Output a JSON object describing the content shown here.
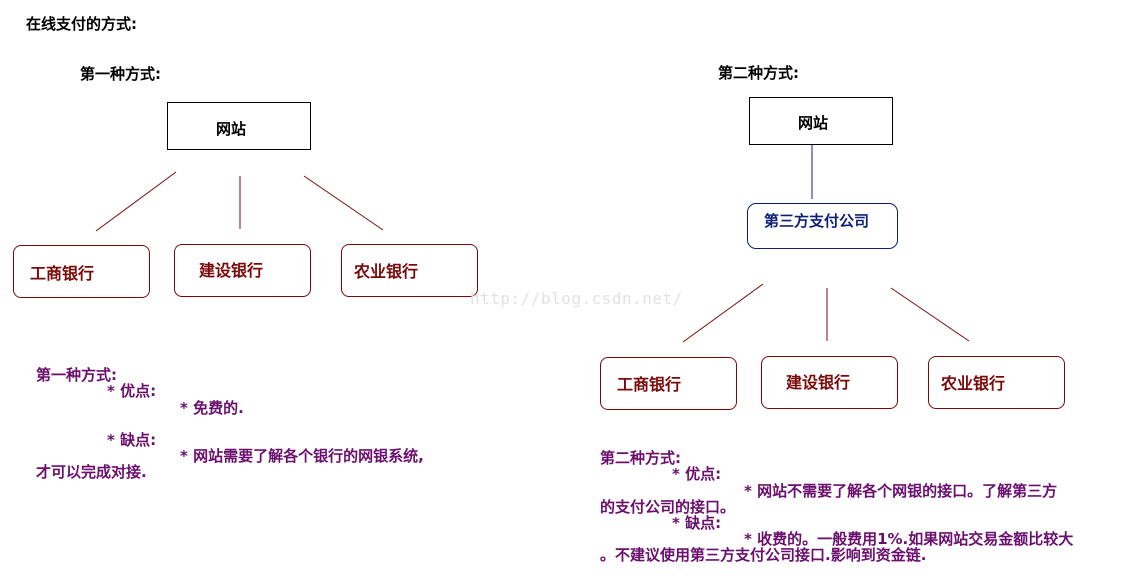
{
  "title": "在线支付的方式:",
  "watermark": "http://blog.csdn.net/",
  "colors": {
    "bank": "#7a0a0a",
    "third_party": "#0d1f73",
    "notes": "#6b0f6e",
    "heading": "#000000"
  },
  "method1": {
    "heading": "第一种方式:",
    "website": "网站",
    "banks": [
      "工商银行",
      "建设银行",
      "农业银行"
    ],
    "notes": {
      "heading": "第一种方式:",
      "pros_label": "* 优点:",
      "pros_item": "* 免费的.",
      "cons_label": "* 缺点:",
      "cons_item": "* 网站需要了解各个银行的网银系统,",
      "cons_item_cont": "才可以完成对接."
    }
  },
  "method2": {
    "heading": "第二种方式:",
    "website": "网站",
    "third_party": "第三方支付公司",
    "banks": [
      "工商银行",
      "建设银行",
      "农业银行"
    ],
    "notes": {
      "heading": "第二种方式:",
      "pros_label": "* 优点:",
      "pros_item": "* 网站不需要了解各个网银的接口。了解第三方",
      "pros_item_cont": "的支付公司的接口。",
      "cons_label": "* 缺点:",
      "cons_item": "* 收费的。一般费用1%.如果网站交易金额比较大",
      "cons_item_cont": "。不建议使用第三方支付公司接口.影响到资金链."
    }
  }
}
